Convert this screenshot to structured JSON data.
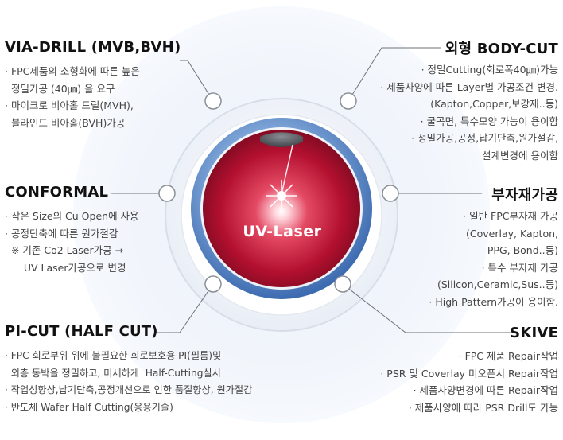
{
  "center_label": "UV-Laser",
  "sections": {
    "via_drill": {
      "title": "VIA-DRILL (MVB,BVH)",
      "lines": [
        "· FPC제품의 소형화에 따른 높은",
        "  정밀가공 (40㎛) 을 요구",
        "· 마이크로 비아홀 드릴(MVH),",
        "  블라인드 비아홀(BVH)가공"
      ]
    },
    "body_cut": {
      "title": "외형 BODY-CUT",
      "lines": [
        "· 정밀Cutting(회로폭40㎛)가능",
        "· 제품사양에 따른 Layer별 가공조건 변경.",
        "(Kapton,Copper,보강재..등)",
        "· 굴곡면, 특수모양 가능이 용이함",
        "· 정밀가공,공정,납기단축,원가절감,",
        "설계변경에 용이함"
      ]
    },
    "conformal": {
      "title": "CONFORMAL",
      "lines": [
        "· 작은 Size의 Cu Open에 사용",
        "· 공정단축에 따른 원가절감",
        "  ※ 기존 Co2 Laser가공 →",
        "      UV Laser가공으로 변경"
      ]
    },
    "sub_material": {
      "title": "부자재가공",
      "lines": [
        "· 일반 FPC부자재 가공",
        "(Coverlay, Kapton,",
        "PPG, Bond..등)",
        "· 특수 부자재 가공",
        "(Silicon,Ceramic,Sus..등)",
        "· High Pattern가공이 용이함."
      ]
    },
    "pi_cut": {
      "title": "PI-CUT (HALF CUT)",
      "lines": [
        "· FPC 회로부위 위에 불필요한 회로보호용 PI(필름)및",
        "  외층 동박을 정밀하고, 미세하게  Half-Cutting실시",
        "· 작업성향상,납기단축,공정개선으로 인한 품질향상, 원가절감",
        "· 반도체 Wafer Half Cutting(응용기술)"
      ]
    },
    "skive": {
      "title": "SKIVE",
      "lines": [
        "· FPC 제품 Repair작업",
        "· PSR 및 Coverlay 미오픈시 Repair작업",
        "· 제품사양변경에 따른 Repair작업",
        "· 제품사양에 따라 PSR Drill도 가능"
      ]
    }
  }
}
